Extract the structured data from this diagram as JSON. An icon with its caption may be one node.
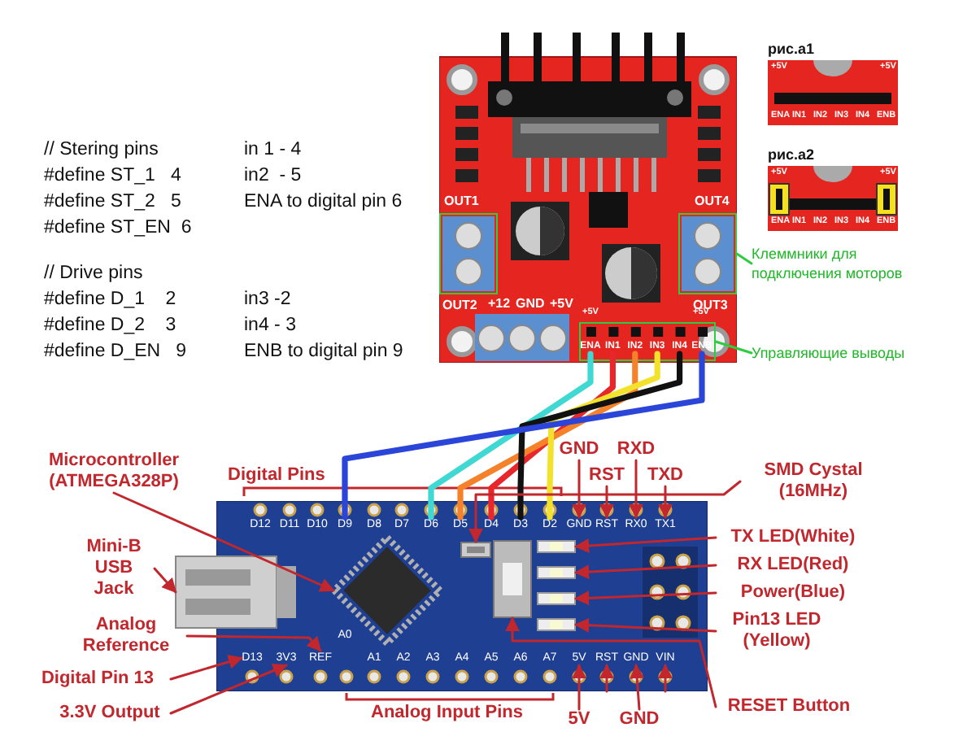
{
  "diagram": {
    "nodes": [
      {
        "text": [],
        "shape": "picture"
      },
      {
        "text": [],
        "shape": "box",
        "in": 0
      },
      {
        "text": [],
        "shape": "box",
        "in": 0
      },
      {
        "text": [],
        "shape": "box",
        "in": 0
      },
      {
        "text": [
          "ENA"
        ],
        "in": 3
      },
      {
        "text": [
          "IN1"
        ],
        "in": 3
      },
      {
        "text": [
          "IN2"
        ],
        "in": 3
      },
      {
        "text": [
          "IN3"
        ],
        "in": 3
      },
      {
        "text": [
          "IN4"
        ],
        "in": 3
      },
      {
        "text": [
          "ENB"
        ],
        "in": 3
      },
      {
        "text": [
          "Клеммники для подключения моторов"
        ]
      },
      {
        "text": [
          "Управляющие выводы"
        ]
      },
      {
        "text": [
          "рис.а1"
        ]
      },
      {
        "text": [
          "рис.а2"
        ]
      },
      {
        "text": [],
        "shape": "picture"
      },
      {
        "text": [
          "D9"
        ],
        "in": 14
      },
      {
        "text": [
          "D6"
        ],
        "in": 14
      },
      {
        "text": [
          "D5"
        ],
        "in": 14
      },
      {
        "text": [
          "D4"
        ],
        "in": 14
      },
      {
        "text": [
          "D3"
        ],
        "in": 14
      },
      {
        "text": [
          "D2"
        ],
        "in": 14
      },
      {
        "text": [
          "GND"
        ],
        "in": 14
      },
      {
        "text": [
          "RST"
        ],
        "in": 14
      },
      {
        "text": [
          "RX0"
        ],
        "in": 14
      },
      {
        "text": [
          "TX1"
        ],
        "in": 14
      },
      {
        "text": [
          "D13"
        ],
        "in": 14
      },
      {
        "text": [
          "3V3"
        ],
        "in": 14
      },
      {
        "text": [
          "REF"
        ],
        "in": 14
      },
      {
        "text": [
          "5V"
        ],
        "in": 14
      },
      {
        "text": [
          "RST"
        ],
        "in": 14
      },
      {
        "text": [
          "GND"
        ],
        "in": 14
      },
      {
        "text": [
          "VIN"
        ],
        "in": 14
      },
      {
        "text": [],
        "shape": "picture",
        "in": 14
      },
      {
        "text": [],
        "shape": "picture"
      },
      {
        "text": [],
        "shape": "picture",
        "in": 14
      },
      {
        "text": [],
        "shape": "picture",
        "in": 14
      },
      {
        "text": [],
        "shape": "picture",
        "in": 14
      },
      {
        "text": [],
        "shape": "picture",
        "in": 14
      },
      {
        "text": [],
        "shape": "picture",
        "in": 14
      },
      {
        "text": [],
        "shape": "picture",
        "in": 14
      },
      {
        "text": [
          "Microcontroller (ATMEGA328P)"
        ]
      },
      {
        "text": [
          "Mini-B USB Jack"
        ]
      },
      {
        "text": [
          "GND"
        ]
      },
      {
        "text": [
          "RST"
        ]
      },
      {
        "text": [
          "RXD"
        ]
      },
      {
        "text": [
          "TXD"
        ]
      },
      {
        "text": [
          "SMD Cystal (16MHz)"
        ]
      },
      {
        "text": [
          "TX LED(White)"
        ]
      },
      {
        "text": [
          "RX LED(Red)"
        ]
      },
      {
        "text": [
          "Power(Blue)"
        ]
      },
      {
        "text": [
          "Pin13 LED (Yellow)"
        ]
      },
      {
        "text": [
          "Analog Reference"
        ]
      },
      {
        "text": [
          "Digital Pin 13"
        ]
      },
      {
        "text": [
          "3.3V Output"
        ]
      },
      {
        "text": [
          "RESET Button"
        ]
      },
      {
        "text": [
          "5V"
        ]
      },
      {
        "text": [
          "GND"
        ]
      }
    ],
    "edges": [
      {
        "from": 4,
        "to": 16,
        "arrow": "none",
        "style": "thick",
        "color": "#3fd8d2"
      },
      {
        "from": 5,
        "to": 18,
        "arrow": "none",
        "style": "thick",
        "color": "#e8262b"
      },
      {
        "from": 6,
        "to": 17,
        "arrow": "none",
        "style": "thick",
        "color": "#f5822a"
      },
      {
        "from": 7,
        "to": 20,
        "arrow": "none",
        "style": "thick",
        "color": "#f3e22b"
      },
      {
        "from": 8,
        "to": 19,
        "arrow": "none",
        "style": "thick",
        "color": "#111111"
      },
      {
        "from": 9,
        "to": 15,
        "arrow": "none",
        "style": "thick",
        "color": "#2b45d8"
      },
      {
        "from": 10,
        "to": 2,
        "arrow": "none",
        "color": "#2ecc40"
      },
      {
        "from": 11,
        "to": 3,
        "arrow": "none",
        "color": "#2ecc40"
      },
      {
        "from": 40,
        "to": 32,
        "arrow": "to"
      },
      {
        "from": 41,
        "to": 33,
        "arrow": "to"
      },
      {
        "from": 42,
        "to": 21,
        "arrow": "to"
      },
      {
        "from": 43,
        "to": 22,
        "arrow": "to"
      },
      {
        "from": 44,
        "to": 23,
        "arrow": "to"
      },
      {
        "from": 45,
        "to": 24,
        "arrow": "to"
      },
      {
        "from": 46,
        "to": 34,
        "arrow": "to"
      },
      {
        "from": 47,
        "to": 35,
        "arrow": "to"
      },
      {
        "from": 48,
        "to": 36,
        "arrow": "to"
      },
      {
        "from": 49,
        "to": 37,
        "arrow": "to"
      },
      {
        "from": 50,
        "to": 38,
        "arrow": "to"
      },
      {
        "from": 51,
        "to": 27,
        "arrow": "to"
      },
      {
        "from": 52,
        "to": 25,
        "arrow": "to"
      },
      {
        "from": 53,
        "to": 26,
        "arrow": "to"
      },
      {
        "from": 54,
        "to": 39,
        "arrow": "to"
      },
      {
        "from": 55,
        "to": 28,
        "arrow": "to"
      },
      {
        "from": 56,
        "to": 30,
        "arrow": "to"
      },
      {
        "from": null,
        "to": 29,
        "arrow": "to"
      },
      {
        "from": null,
        "to": 31,
        "arrow": "to"
      }
    ],
    "labels": [
      "// Stering pins",
      "in 1 - 4",
      "#define ST_1   4",
      "in2  - 5",
      "#define ST_2   5",
      "ENA to digital pin 6",
      "#define ST_EN  6",
      "// Drive pins",
      "#define D_1    2",
      "in3 -2",
      "#define D_2    3",
      "in4 - 3",
      "#define D_EN   9",
      "ENB to digital pin 9",
      "OUT1",
      "OUT4",
      "OUT2",
      "+12",
      "GND",
      "+5V",
      "OUT3",
      "+5V",
      "+5V",
      "+5V",
      "+5V",
      "ENA",
      "IN1",
      "IN2",
      "IN3",
      "IN4",
      "ENB",
      "+5V",
      "+5V",
      "ENA",
      "IN1",
      "IN2",
      "IN3",
      "IN4",
      "ENB",
      "D12",
      "D11",
      "D10",
      "D8",
      "D7",
      "A0",
      "A1",
      "A2",
      "A3",
      "A4",
      "A5",
      "A6",
      "A7",
      "Digital Pins",
      "Analog Input Pins"
    ]
  }
}
